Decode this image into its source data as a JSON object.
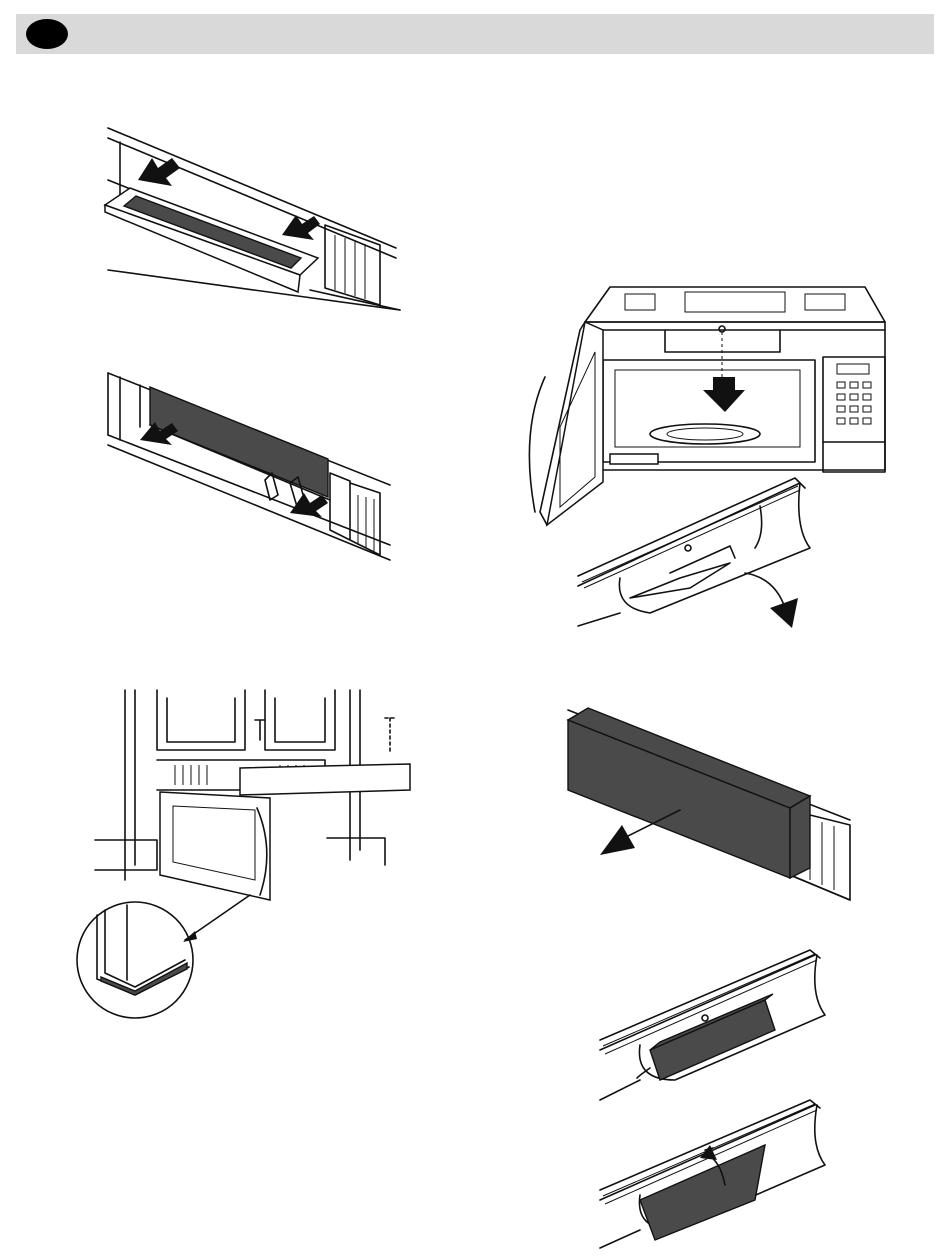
{
  "header": {
    "icon": "black-oval-marker"
  },
  "figures": [
    {
      "id": "grease-filter-removal",
      "icon": "filter-panel-with-arrows"
    },
    {
      "id": "filter-compartment",
      "icon": "open-compartment-with-arrows"
    },
    {
      "id": "cabinet-mounting",
      "icon": "microwave-under-cabinet"
    },
    {
      "id": "door-edge-detail",
      "icon": "magnified-corner-detail"
    },
    {
      "id": "microwave-open-door",
      "icon": "microwave-front-screw-arrow"
    },
    {
      "id": "vent-grille-open",
      "icon": "grille-swing-down"
    },
    {
      "id": "charcoal-filter-pull",
      "icon": "dark-filter-block-arrow"
    },
    {
      "id": "charcoal-filter-insert",
      "icon": "filter-insert-into-grille"
    },
    {
      "id": "grille-close",
      "icon": "grille-swing-up"
    }
  ]
}
